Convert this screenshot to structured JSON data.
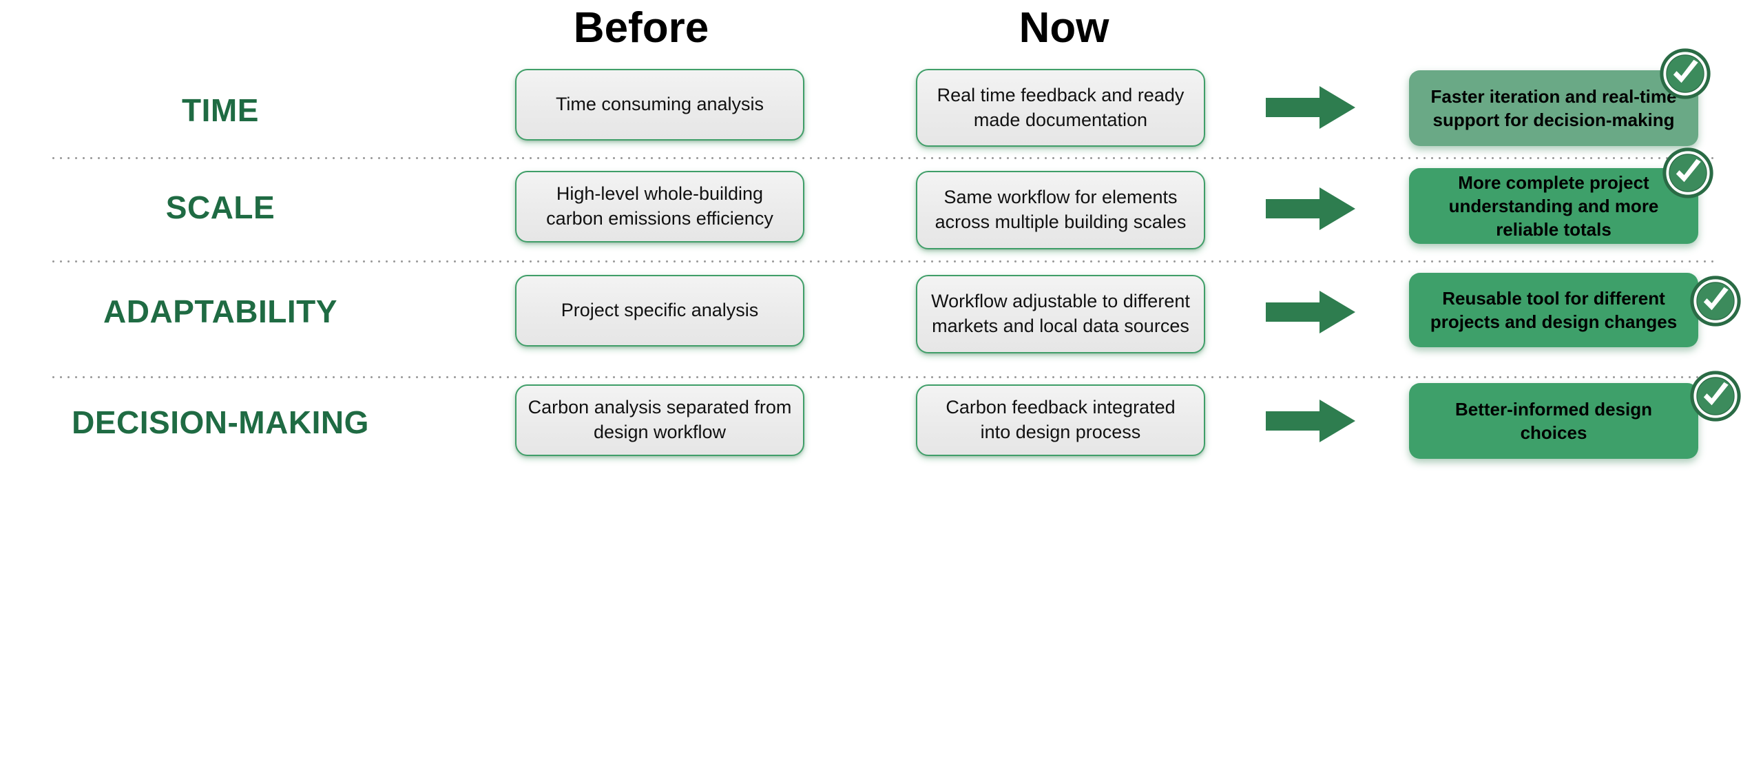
{
  "headers": {
    "before": "Before",
    "now": "Now"
  },
  "colors": {
    "accent_green": "#1F6B43",
    "arrow_green": "#2E7D4F",
    "badge_ring": "#2A6B45",
    "badge_fill": "#3C8B5C",
    "outcome_green_muted": "#6AA986",
    "outcome_green_strong": "#3EA06A",
    "card_border": "#3F9E68",
    "card_bg": "#EDEDED",
    "text_dark": "#111111",
    "divider_dot": "#9A9A9A"
  },
  "icons": {
    "arrow": "right-arrow-icon",
    "badge": "check-circle-icon"
  },
  "rows": [
    {
      "category": "TIME",
      "before": "Time consuming analysis",
      "now": "Real time feedback and ready made documentation",
      "outcome": "Faster iteration and real-time support for decision-making",
      "outcome_color": "#6AA986"
    },
    {
      "category": "SCALE",
      "before": "High-level whole-building carbon emissions efficiency",
      "now": "Same workflow for elements across multiple building scales",
      "outcome": "More complete project understanding and more reliable totals",
      "outcome_color": "#3EA06A"
    },
    {
      "category": "ADAPTABILITY",
      "before": "Project specific analysis",
      "now": "Workflow adjustable to different markets and local data sources",
      "outcome": "Reusable tool for different projects and design changes",
      "outcome_color": "#3EA06A"
    },
    {
      "category": "DECISION-MAKING",
      "before": "Carbon analysis separated from design workflow",
      "now": "Carbon feedback integrated into design process",
      "outcome": "Better-informed design choices",
      "outcome_color": "#3EA06A"
    }
  ]
}
